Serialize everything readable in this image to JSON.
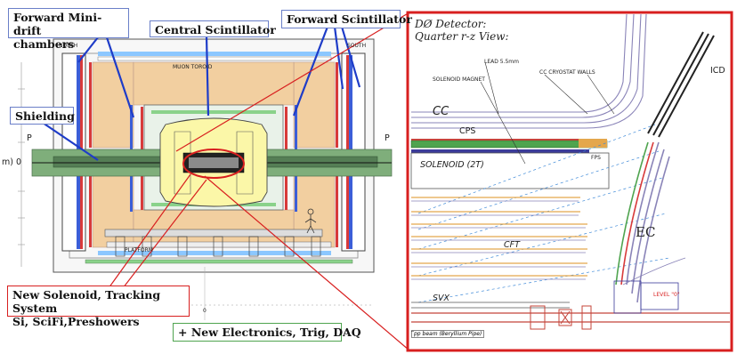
{
  "left_panel": {
    "labels": {
      "forward_minidrift": "Forward Mini-drift\nchambers",
      "central_scintillator": "Central Scintillator",
      "forward_scintillator": "Forward Scintillator",
      "shielding": "Shielding",
      "new_solenoid": "New Solenoid, Tracking System\nSi, SciFi,Preshowers",
      "new_electronics": "+ New Electronics, Trig, DAQ"
    },
    "small_text": {
      "north": "NORTH",
      "south": "SOUTH",
      "p_left": "P",
      "p_right": "P",
      "m0": "m) 0",
      "zero": "0",
      "muon_toroid": "MUON TOROID",
      "platform": "PLATFORM"
    }
  },
  "right_panel": {
    "title": "DØ Detector:",
    "subtitle": "Quarter r-z View:",
    "labels": {
      "icd": "ICD",
      "lead": "LEAD 5.5mm",
      "cc_walls": "CC CRYOSTAT WALLS",
      "solenoid_magnet": "SOLENOID MAGNET",
      "cc": "CC",
      "cps": "CPS",
      "fps": "FPS",
      "solenoid": "SOLENOID (2T)",
      "cft": "CFT",
      "ec": "EC",
      "svx": "SVX",
      "level0": "LEVEL \"0\"",
      "beam_pipe": "̅pp beam (Beryllium Pipe)"
    }
  },
  "colors": {
    "callout_border": "#6a7fc8",
    "highlight_red": "#d81f1f",
    "green_shield": "#7fae7b",
    "orange_cal": "#f2cfa0"
  }
}
